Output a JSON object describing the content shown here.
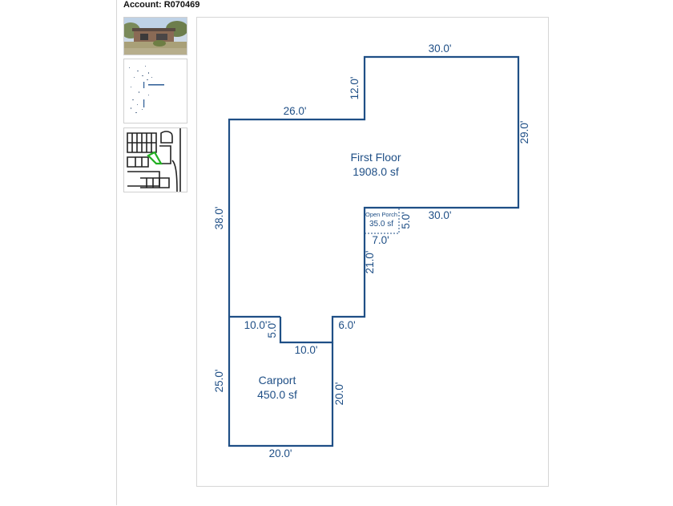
{
  "account": {
    "label": "Account: R070469"
  },
  "thumbnails": [
    {
      "name": "house-photo-thumbnail"
    },
    {
      "name": "sketch-thumbnail"
    },
    {
      "name": "parcel-map-thumbnail"
    }
  ],
  "sketch": {
    "colors": {
      "line": "#1f4f86",
      "text": "#1f4f86",
      "map_highlight": "#22b022"
    },
    "areas": [
      {
        "name": "First Floor",
        "size": "1908.0 sf"
      },
      {
        "name": "Carport",
        "size": "450.0 sf"
      },
      {
        "name": "Open Porch",
        "size": "35.0 sf"
      }
    ],
    "dimensions": {
      "first_floor_top_right": "30.0'",
      "first_floor_step_up": "12.0'",
      "first_floor_top_left": "26.0'",
      "first_floor_right": "29.0'",
      "first_floor_lower_right": "30.0'",
      "porch_side": "5.0'",
      "porch_bottom": "7.0'",
      "first_floor_left": "38.0'",
      "first_floor_inner_vertical": "21.0'",
      "inner_step": "6.0'",
      "carport_top_left": "10.0'",
      "notch_depth": "5.0'",
      "notch_bottom": "10.0'",
      "carport_left": "25.0'",
      "carport_right": "20.0'",
      "carport_bottom": "20.0'"
    }
  }
}
